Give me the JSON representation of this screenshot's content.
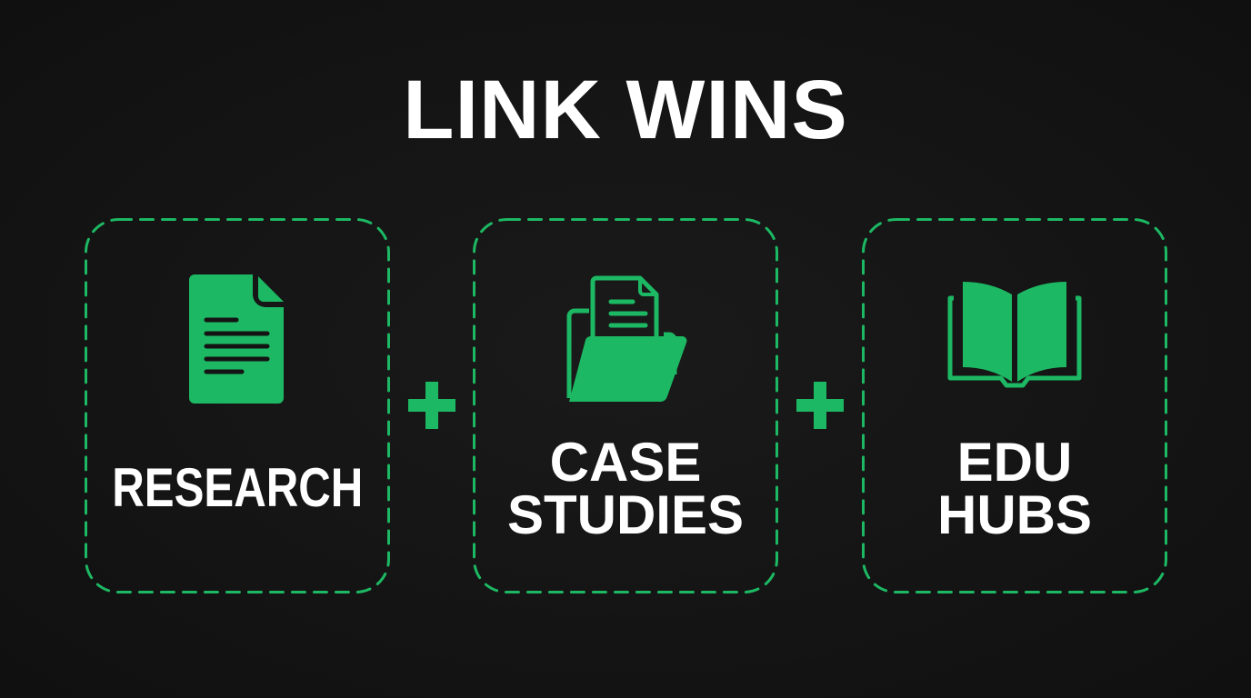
{
  "title": "LINK WINS",
  "colors": {
    "background": "#141414",
    "accent": "#1db863",
    "text": "#ffffff"
  },
  "cards": [
    {
      "label_lines": [
        "RESEARCH"
      ],
      "icon": "document-icon"
    },
    {
      "label_lines": [
        "CASE",
        "STUDIES"
      ],
      "icon": "folder-document-icon"
    },
    {
      "label_lines": [
        "EDU",
        "HUBS"
      ],
      "icon": "open-book-icon"
    }
  ],
  "connectors": [
    "+",
    "+"
  ]
}
